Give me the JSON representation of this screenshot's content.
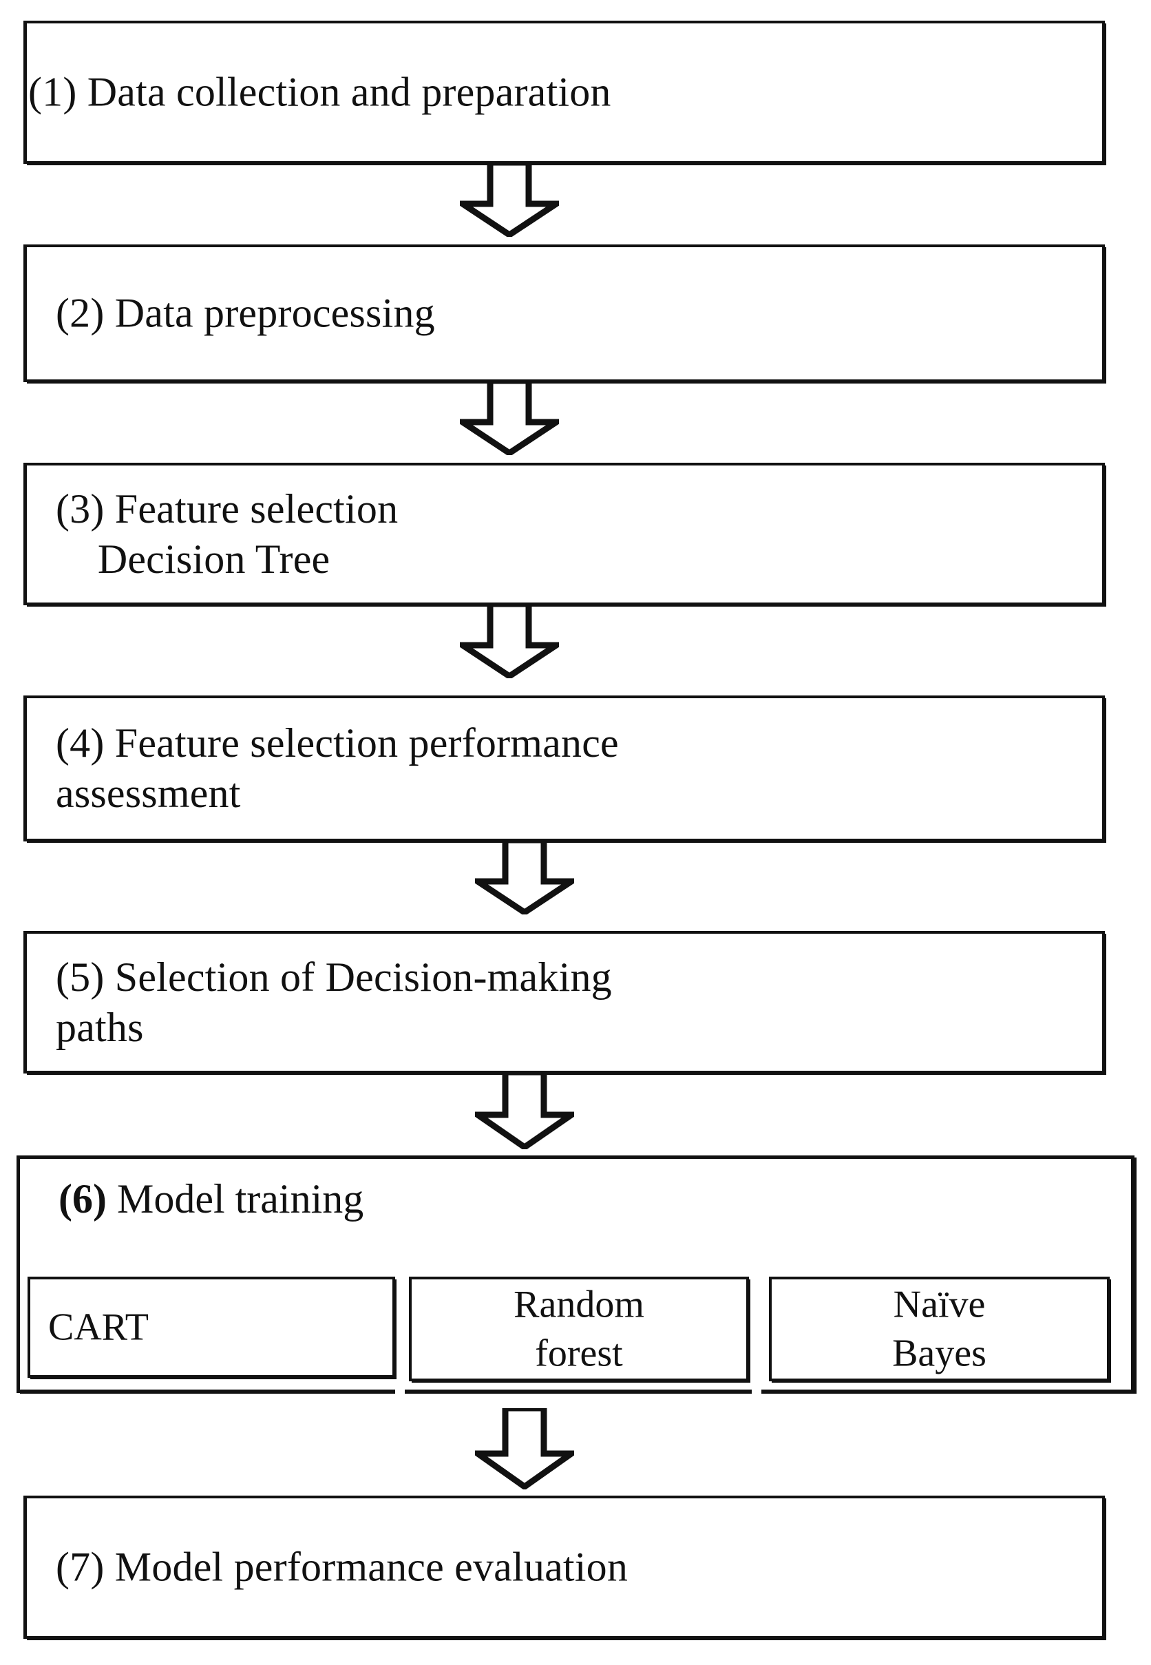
{
  "diagram": {
    "title": "Research methodology flowchart",
    "orientation": "top-to-bottom",
    "stroke_color": "#111111",
    "background_color": "#ffffff",
    "connector_type": "block-arrow-down",
    "connector_count": 6
  },
  "nodes": [
    {
      "id": "step-1",
      "number": "(1)",
      "label": "(1) Data collection and preparation",
      "lines": [
        "(1) Data collection and preparation"
      ]
    },
    {
      "id": "step-2",
      "number": "(2)",
      "label": "(2) Data preprocessing",
      "lines": [
        "(2) Data preprocessing"
      ]
    },
    {
      "id": "step-3",
      "number": "(3)",
      "label": "(3) Feature selection Decision Tree",
      "lines": [
        "(3) Feature selection",
        "    Decision Tree"
      ]
    },
    {
      "id": "step-4",
      "number": "(4)",
      "label": "(4) Feature selection performance assessment",
      "lines": [
        "(4) Feature selection performance",
        "assessment"
      ]
    },
    {
      "id": "step-5",
      "number": "(5)",
      "label": "(5) Selection of Decision-making paths",
      "lines": [
        "(5) Selection of Decision-making",
        "paths"
      ]
    },
    {
      "id": "step-6",
      "number": "(6)",
      "label": "(6) Model training",
      "title_num": "(6)",
      "title_rest": " Model training",
      "children": [
        {
          "id": "model-cart",
          "label": "CART"
        },
        {
          "id": "model-random-forest",
          "label": "Random\nforest"
        },
        {
          "id": "model-naive-bayes",
          "label": "Naïve\nBayes"
        }
      ]
    },
    {
      "id": "step-7",
      "number": "(7)",
      "label": "(7) Model performance evaluation",
      "lines": [
        "(7) Model performance evaluation"
      ]
    }
  ],
  "arrows": [
    {
      "id": "arrow-1-2",
      "from": "step-1",
      "to": "step-2",
      "direction": "down"
    },
    {
      "id": "arrow-2-3",
      "from": "step-2",
      "to": "step-3",
      "direction": "down"
    },
    {
      "id": "arrow-3-4",
      "from": "step-3",
      "to": "step-4",
      "direction": "down"
    },
    {
      "id": "arrow-4-5",
      "from": "step-4",
      "to": "step-5",
      "direction": "down"
    },
    {
      "id": "arrow-5-6",
      "from": "step-5",
      "to": "step-6",
      "direction": "down"
    },
    {
      "id": "arrow-6-7",
      "from": "step-6",
      "to": "step-7",
      "direction": "down"
    }
  ]
}
